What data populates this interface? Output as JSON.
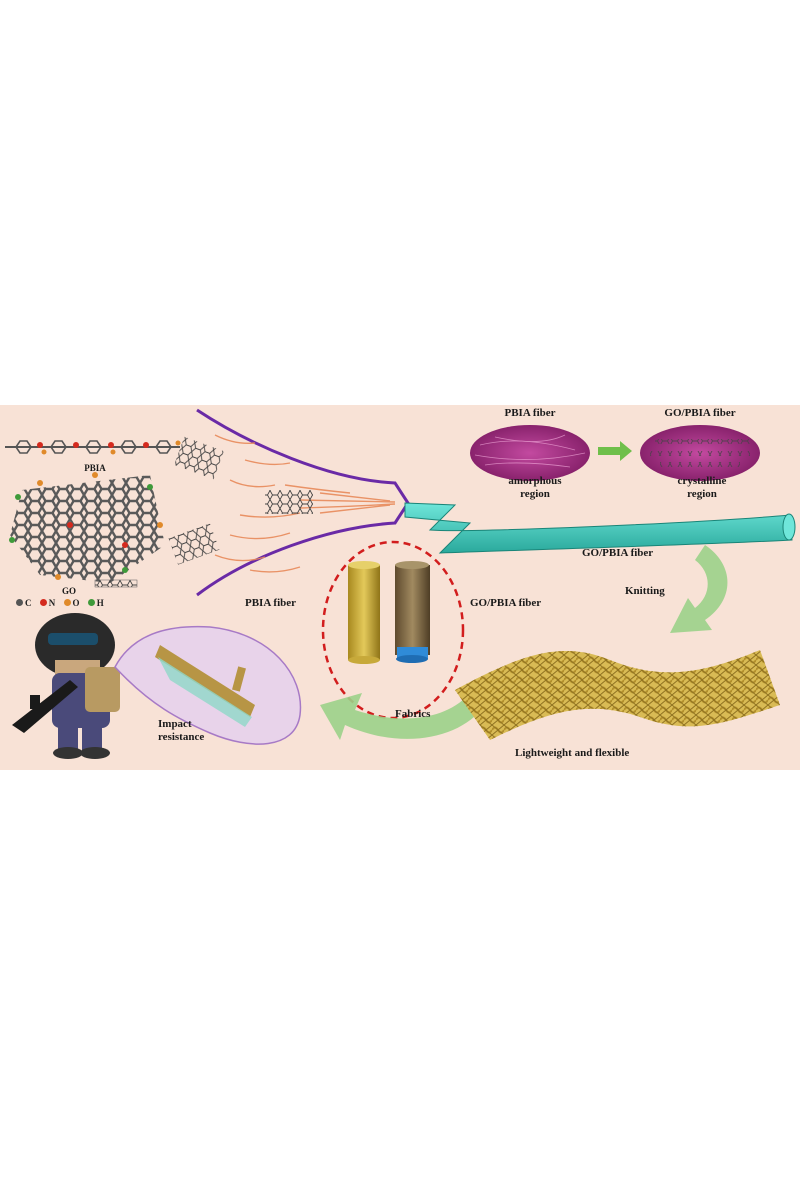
{
  "labels": {
    "pbia": "PBIA",
    "go": "GO",
    "pbia_fiber_top": "PBIA fiber",
    "go_pbia_fiber_top": "GO/PBIA fiber",
    "amorphous_line1": "amorphous",
    "amorphous_line2": "region",
    "crystalline_line1": "crystalline",
    "crystalline_line2": "region",
    "go_pbia_fiber_right": "GO/PBIA fiber",
    "knitting": "Knitting",
    "pbia_fiber_spool": "PBIA fiber",
    "go_pbia_fiber_spool": "GO/PBIA fiber",
    "fabrics": "Fabrics",
    "impact_line1": "Impact",
    "impact_line2": "resistance",
    "lightweight": "Lightweight and flexible"
  },
  "legend": [
    {
      "symbol": "C",
      "color": "#555555"
    },
    {
      "symbol": "N",
      "color": "#d42a1e"
    },
    {
      "symbol": "O",
      "color": "#e08a2a"
    },
    {
      "symbol": "H",
      "color": "#3f9a3a"
    }
  ],
  "colors": {
    "background": "#f8e2d6",
    "fiber_cyan": "#3fcfc0",
    "spinneret_purple": "#6a2aa6",
    "arrow_green": "#9bd28a",
    "fabric_gold": "#c9a640",
    "ellipse_magenta": "#a3297e",
    "dashed_red": "#d21d1d"
  }
}
